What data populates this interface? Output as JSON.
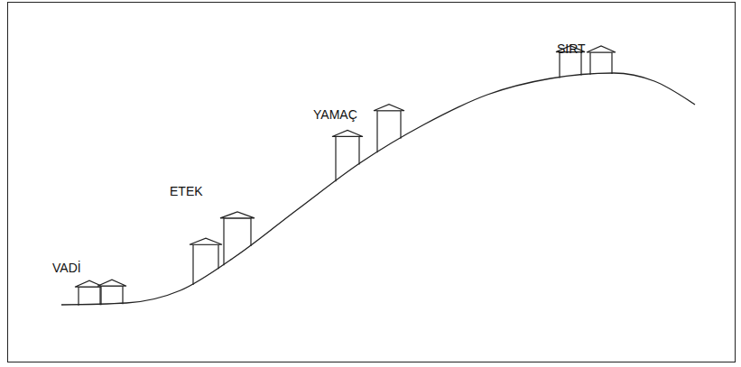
{
  "diagram": {
    "labels": [
      "VADİ",
      "ETEK",
      "YAMAÇ",
      "SIRT"
    ]
  }
}
